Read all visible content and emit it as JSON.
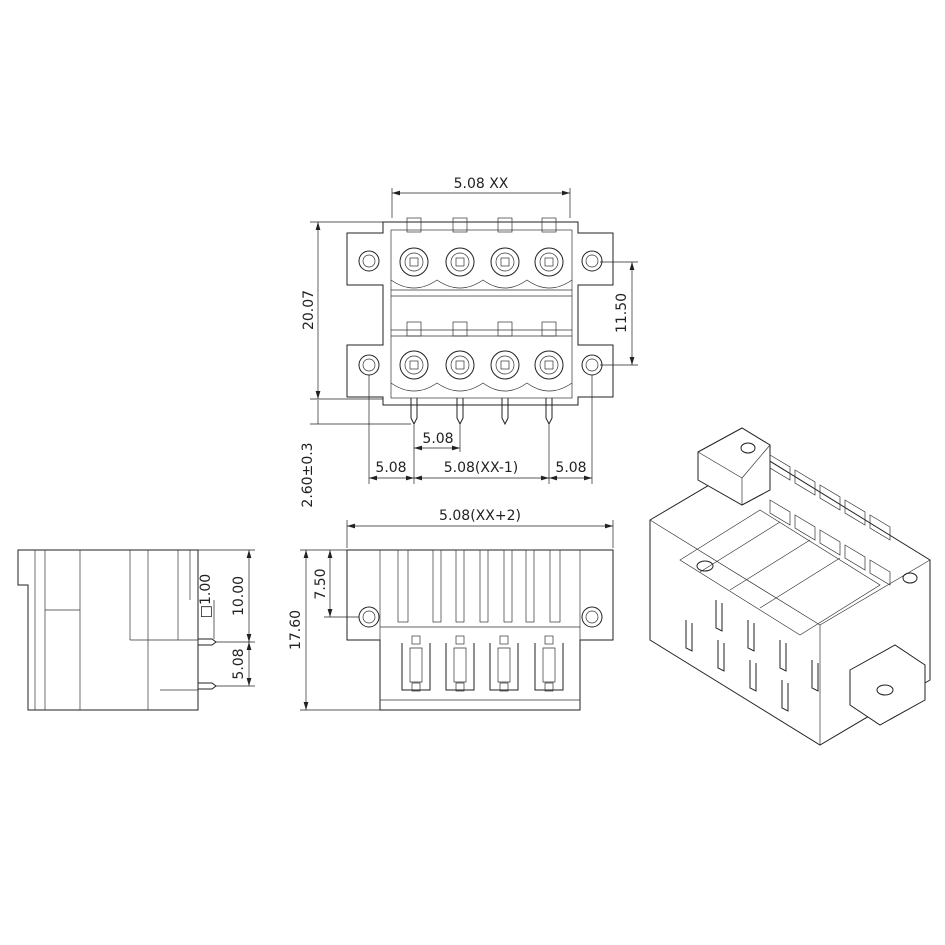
{
  "dimensions": {
    "top_width": "5.08 XX",
    "overall_height": "20.07",
    "row_spacing": "11.50",
    "pin_offset": "2.60±0.3",
    "pitch": "5.08",
    "left_margin": "5.08",
    "span_pitch": "5.08(XX-1)",
    "right_margin": "5.08",
    "front_width": "5.08(XX+2)",
    "front_height": "17.60",
    "hole_height": "7.50",
    "side_pin_square": "□1.00",
    "side_height": "10.00",
    "side_pitch": "5.08"
  }
}
